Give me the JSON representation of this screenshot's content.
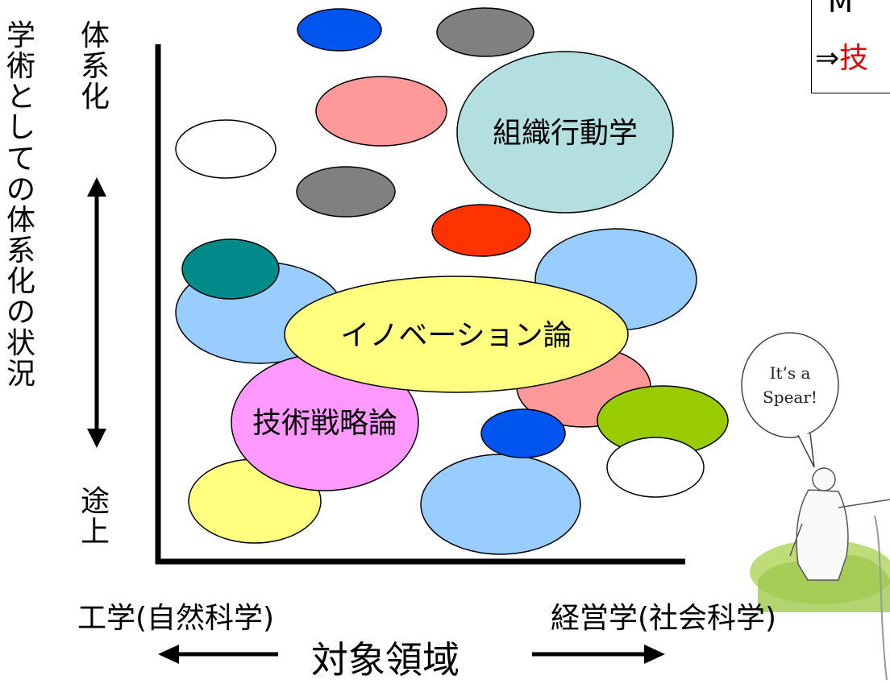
{
  "y_axis": {
    "title": "学術としての体系化の状況",
    "top_label": "体系化",
    "bottom_label": "途上"
  },
  "x_axis": {
    "left_label": "工学(自然科学)",
    "right_label": "経営学(社会科学)",
    "title": "対象領域"
  },
  "bubbles": {
    "organizational_behavior": "組織行動学",
    "innovation_theory": "イノベーション論",
    "technology_strategy": "技術戦略論"
  },
  "note": {
    "line1": "M",
    "line2_arrow": "⇒",
    "line2_text": "技"
  },
  "cartoon": {
    "speech": "It’s a Spear!"
  },
  "colors": {
    "blue": "#0055ee",
    "gray": "#808080",
    "pink": "#ff9999",
    "light_cyan": "#b3dfe0",
    "red_orange": "#ff3300",
    "teal": "#008b8b",
    "light_blue": "#99ccff",
    "yellow": "#ffff80",
    "magenta": "#ff99ff",
    "olive_green": "#99cc00"
  }
}
